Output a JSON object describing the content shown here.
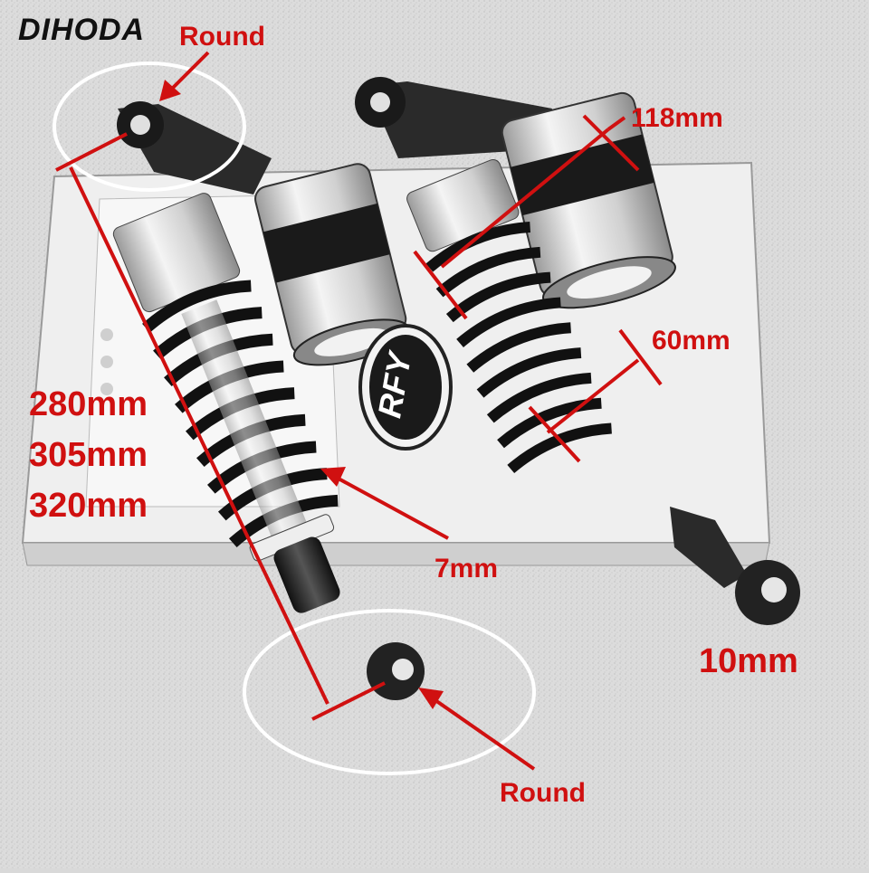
{
  "brand": "DIHODA",
  "product_logo": "RFY",
  "labels": {
    "round_top": "Round",
    "round_bottom": "Round",
    "diameter": "118mm",
    "spring_width": "60mm",
    "length_1": "280mm",
    "length_2": "305mm",
    "length_3": "320mm",
    "wire": "7mm",
    "bolt": "10mm"
  },
  "colors": {
    "annotation": "#d01010",
    "background": "#d9d9d9",
    "shock_dark": "#1a1a1a",
    "chrome": "#e8e8e8"
  }
}
